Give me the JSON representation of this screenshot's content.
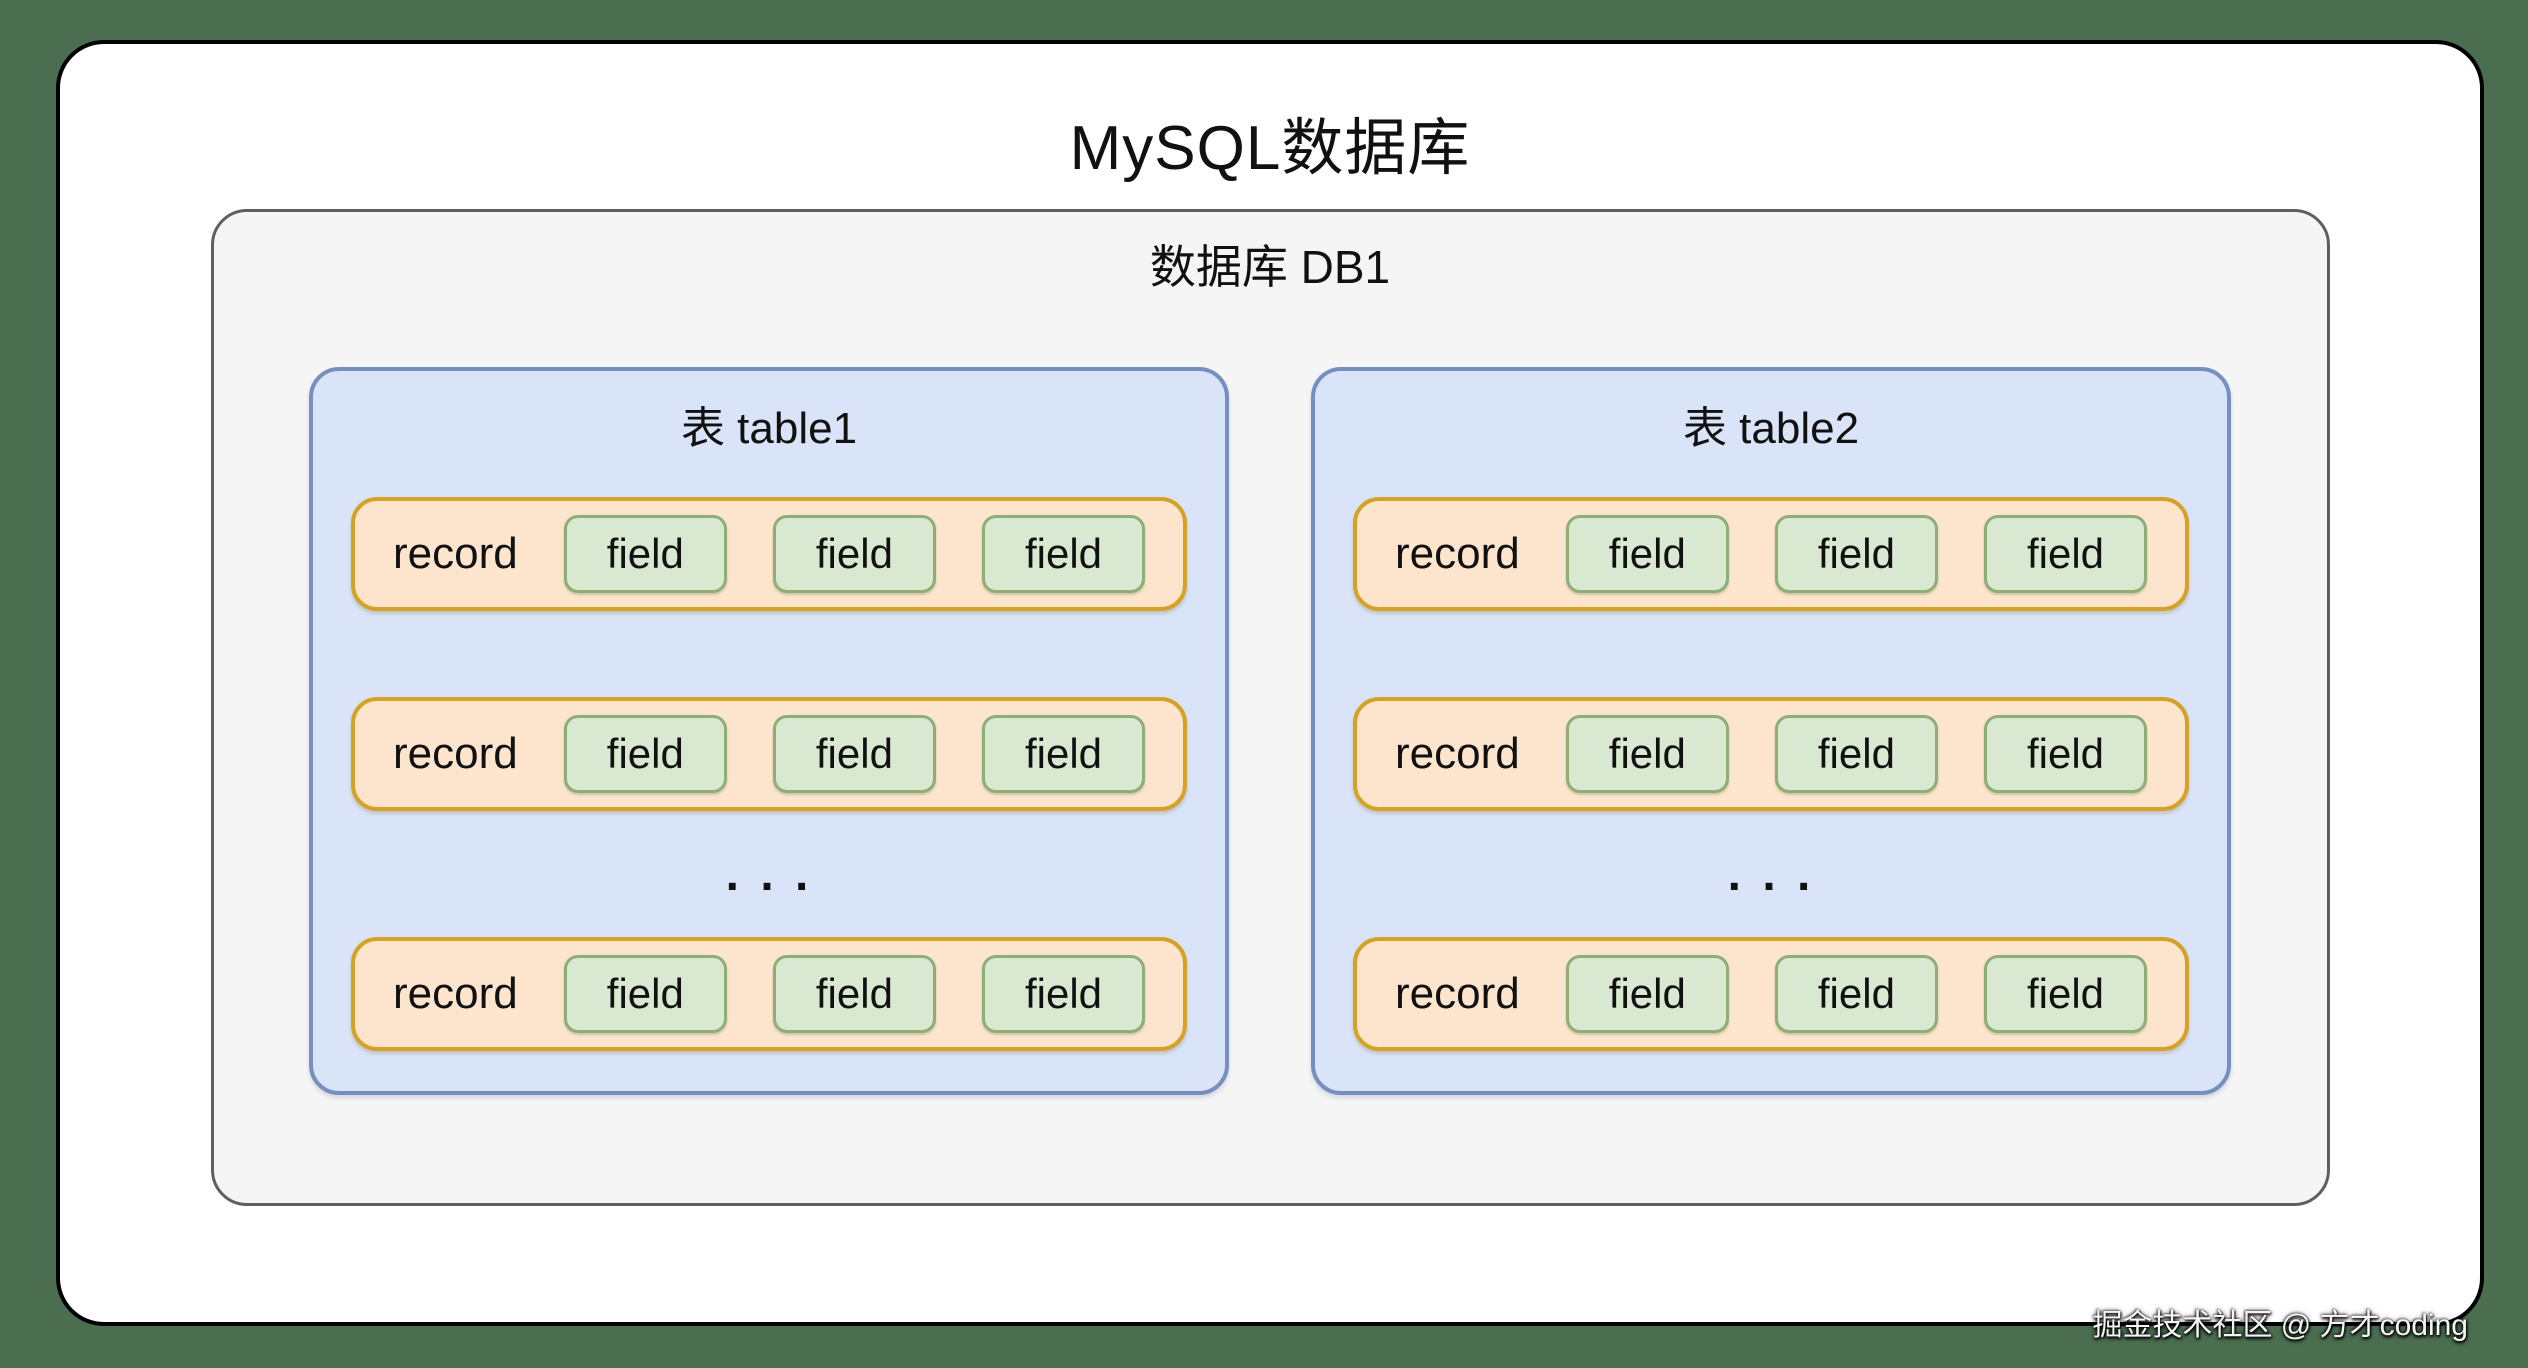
{
  "page": {
    "title": "MySQL数据库",
    "watermark": "掘金技术社区 @ 方才coding"
  },
  "colors": {
    "page_bg": "#4c6e50",
    "outer_fill": "#ffffff",
    "outer_border": "#000000",
    "db_fill": "#f5f5f6",
    "db_border": "#5f5f5f",
    "table_fill": "#d9e4f8",
    "table_border": "#7590bf",
    "record_fill": "#fce5cc",
    "record_border": "#d5a227",
    "field_fill": "#d9e9d1",
    "field_border": "#8fae76"
  },
  "database": {
    "label": "数据库 DB1",
    "tables": [
      {
        "title": "表 table1",
        "dots": ". . .",
        "records": [
          {
            "label": "record",
            "fields": [
              "field",
              "field",
              "field"
            ]
          },
          {
            "label": "record",
            "fields": [
              "field",
              "field",
              "field"
            ]
          },
          {
            "label": "record",
            "fields": [
              "field",
              "field",
              "field"
            ]
          }
        ]
      },
      {
        "title": "表 table2",
        "dots": ". . .",
        "records": [
          {
            "label": "record",
            "fields": [
              "field",
              "field",
              "field"
            ]
          },
          {
            "label": "record",
            "fields": [
              "field",
              "field",
              "field"
            ]
          },
          {
            "label": "record",
            "fields": [
              "field",
              "field",
              "field"
            ]
          }
        ]
      }
    ]
  }
}
